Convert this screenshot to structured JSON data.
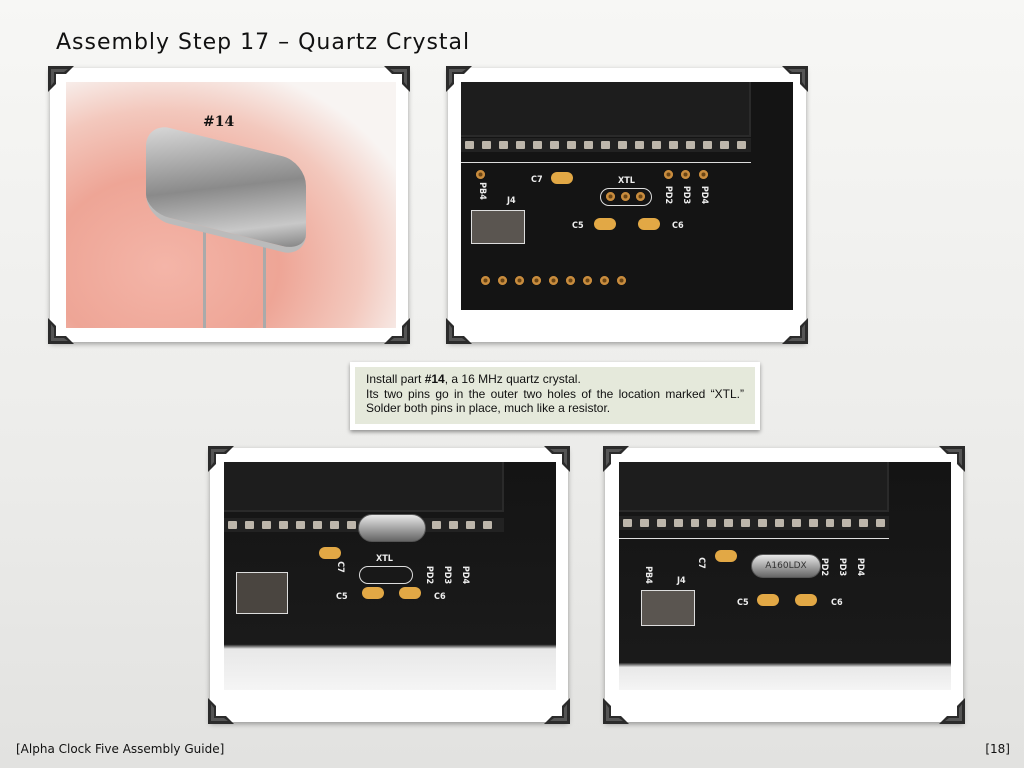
{
  "slide": {
    "title": "Assembly Step 17 – Quartz Crystal",
    "footer_left": "[Alpha Clock Five Assembly Guide]",
    "footer_right": "[18]"
  },
  "photos": [
    {
      "name": "crystal-part-photo",
      "label": "#14"
    },
    {
      "name": "pcb-before-photo",
      "pcb_labels": {
        "pb4": "PB4",
        "j4": "J4",
        "c7": "C7",
        "xtl": "XTL",
        "pd2": "PD2",
        "pd3": "PD3",
        "pd4": "PD4",
        "c5": "C5",
        "c6": "C6"
      }
    },
    {
      "name": "pcb-inserting-photo",
      "pcb_labels": {
        "c7": "C7",
        "xtl": "XTL",
        "pd2": "PD2",
        "pd3": "PD3",
        "pd4": "PD4",
        "c5": "C5",
        "c6": "C6"
      }
    },
    {
      "name": "pcb-installed-photo",
      "pcb_labels": {
        "pb4": "PB4",
        "j4": "J4",
        "c7": "C7",
        "pd2": "PD2",
        "pd3": "PD3",
        "pd4": "PD4",
        "c5": "C5",
        "c6": "C6"
      },
      "crystal_marking": "A160LDX"
    }
  ],
  "caption": {
    "line1_pre": "Install part ",
    "line1_bold": "#14",
    "line1_post": ", a 16 MHz quartz crystal.",
    "line2": "Its two pins go in the outer two holes of the location marked “XTL.”  Solder both pins in place, much like a resistor."
  }
}
